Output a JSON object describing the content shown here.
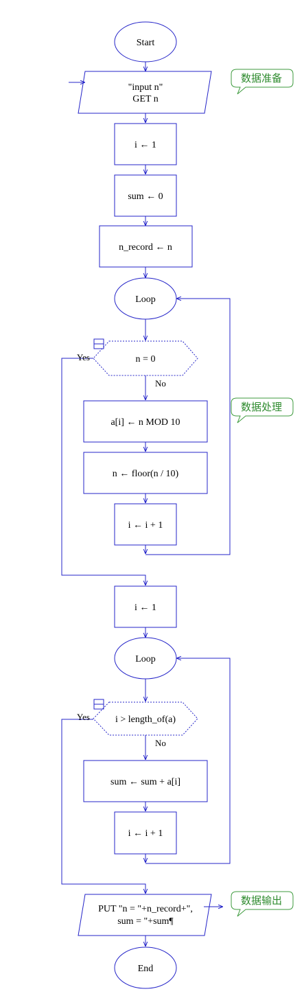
{
  "colors": {
    "stroke": "#2323c8",
    "note_stroke": "#3c9a3c",
    "note_text": "#2e8b2e",
    "text": "#000000"
  },
  "flowchart": {
    "start": "Start",
    "input_line1": "\"input n\"",
    "input_line2": "GET n",
    "init_i": "i ← 1",
    "init_sum": "sum ← 0",
    "init_record": "n_record ← n",
    "loop1": "Loop",
    "cond1": "n = 0",
    "cond1_yes": "Yes",
    "cond1_no": "No",
    "digit": "a[i] ← n MOD 10",
    "divide": "n ← floor(n / 10)",
    "inc1": "i ← i + 1",
    "reset_i": "i ← 1",
    "loop2": "Loop",
    "cond2": "i > length_of(a)",
    "cond2_yes": "Yes",
    "cond2_no": "No",
    "accumulate": "sum ← sum  +  a[i]",
    "inc2": "i ← i + 1",
    "output_line1": "PUT \"n = \"+n_record+\",",
    "output_line2": "sum = \"+sum¶",
    "end": "End"
  },
  "notes": {
    "prepare": "数据准备",
    "process": "数据处理",
    "output": "数据输出"
  },
  "icons": {
    "collapse": "collapse-box-icon",
    "entry": "entry-arrow-icon",
    "exit": "exit-arrow-icon"
  }
}
